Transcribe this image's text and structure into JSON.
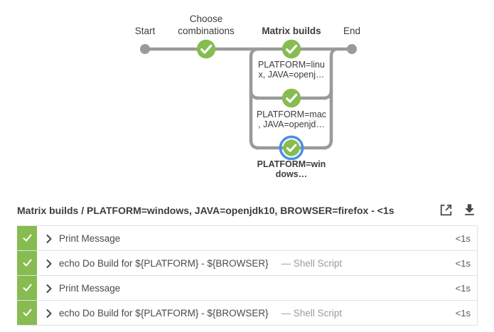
{
  "colors": {
    "success_green": "#86bc50",
    "selected_ring_blue": "#4a90e2",
    "edge_gray": "#9a9a9a",
    "text_dark": "#3c3c3c",
    "text_muted": "#9b9b9b"
  },
  "pipeline": {
    "stages": [
      {
        "label": "Start",
        "status": "start-dot"
      },
      {
        "label": "Choose combinations",
        "status": "success"
      },
      {
        "label": "Matrix builds",
        "status": "success"
      },
      {
        "label": "End",
        "status": "end-dot"
      }
    ],
    "branches": [
      {
        "line1": "PLATFORM=linu",
        "line2": "x, JAVA=openj…",
        "status": "success",
        "selected": false
      },
      {
        "line1": "PLATFORM=mac",
        "line2": ", JAVA=openjd…",
        "status": "success",
        "selected": false
      },
      {
        "line1": "PLATFORM=win",
        "line2": "dows…",
        "status": "success",
        "selected": true
      }
    ]
  },
  "details": {
    "title": "Matrix builds / PLATFORM=windows, JAVA=openjdk10, BROWSER=firefox - <1s",
    "icons": [
      "open-in-new",
      "download"
    ]
  },
  "steps": [
    {
      "label": "Print Message",
      "annotation": "",
      "duration": "<1s",
      "status": "success"
    },
    {
      "label": "echo Do Build for ${PLATFORM} - ${BROWSER}",
      "annotation": "— Shell Script",
      "duration": "<1s",
      "status": "success"
    },
    {
      "label": "Print Message",
      "annotation": "",
      "duration": "<1s",
      "status": "success"
    },
    {
      "label": "echo Do Build for ${PLATFORM} - ${BROWSER}",
      "annotation": "— Shell Script",
      "duration": "<1s",
      "status": "success"
    }
  ]
}
